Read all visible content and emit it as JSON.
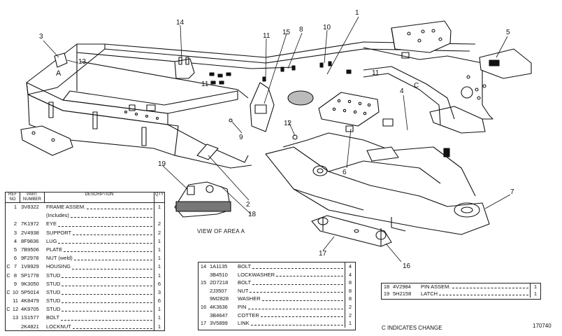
{
  "callouts": [
    {
      "label": "1"
    },
    {
      "label": "2"
    },
    {
      "label": "3"
    },
    {
      "label": "4"
    },
    {
      "label": "5"
    },
    {
      "label": "6"
    },
    {
      "label": "7"
    },
    {
      "label": "8"
    },
    {
      "label": "9"
    },
    {
      "label": "10"
    },
    {
      "label": "11"
    },
    {
      "label": "11"
    },
    {
      "label": "11"
    },
    {
      "label": "12"
    },
    {
      "label": "13"
    },
    {
      "label": "14"
    },
    {
      "label": "15"
    },
    {
      "label": "16"
    },
    {
      "label": "17"
    },
    {
      "label": "18"
    },
    {
      "label": "19"
    },
    {
      "label": "A"
    },
    {
      "label": "C"
    }
  ],
  "view_caption": "VIEW OF AREA A",
  "main_table": {
    "headers": {
      "ref": "REF NO",
      "part": "PART NUMBER",
      "desc": "DESCRIPTION",
      "qty": "QTY"
    },
    "rows": [
      {
        "mark": "",
        "ref": "1",
        "part": "3V8322",
        "desc": "FRAME ASSEM.",
        "qty": "1"
      },
      {
        "mark": "",
        "ref": "",
        "part": "",
        "desc": "(Includes)",
        "qty": ""
      },
      {
        "mark": "",
        "ref": "2",
        "part": "7K1972",
        "desc": "EYE",
        "qty": "2"
      },
      {
        "mark": "",
        "ref": "3",
        "part": "2V4938",
        "desc": "SUPPORT",
        "qty": "2"
      },
      {
        "mark": "",
        "ref": "4",
        "part": "8F9836",
        "desc": "LUG",
        "qty": "1"
      },
      {
        "mark": "",
        "ref": "5",
        "part": "7B9506",
        "desc": "PLATE",
        "qty": "1"
      },
      {
        "mark": "",
        "ref": "6",
        "part": "9F2978",
        "desc": "NUT (weld)",
        "qty": "1"
      },
      {
        "mark": "C",
        "ref": "7",
        "part": "1V8929",
        "desc": "HOUSING",
        "qty": "1"
      },
      {
        "mark": "C",
        "ref": "8",
        "part": "5P1778",
        "desc": "STUD",
        "qty": "1"
      },
      {
        "mark": "",
        "ref": "9",
        "part": "9K3050",
        "desc": "STUD",
        "qty": "6"
      },
      {
        "mark": "C",
        "ref": "10",
        "part": "5P5014",
        "desc": "STUD",
        "qty": "3"
      },
      {
        "mark": "",
        "ref": "11",
        "part": "4K8479",
        "desc": "STUD",
        "qty": "6"
      },
      {
        "mark": "C",
        "ref": "12",
        "part": "4K9705",
        "desc": "STUD",
        "qty": "1"
      },
      {
        "mark": "",
        "ref": "13",
        "part": "1S1577",
        "desc": "BOLT",
        "qty": "1"
      },
      {
        "mark": "",
        "ref": "",
        "part": "2K4821",
        "desc": "LOCKNUT",
        "qty": "1"
      }
    ]
  },
  "mid_table": {
    "rows": [
      {
        "ref": "14",
        "part": "1A1135",
        "desc": "BOLT",
        "qty": "4"
      },
      {
        "ref": "",
        "part": "3B4510",
        "desc": "LOCKWASHER",
        "qty": "4"
      },
      {
        "ref": "15",
        "part": "2D7218",
        "desc": "BOLT",
        "qty": "8"
      },
      {
        "ref": "",
        "part": "2J3507",
        "desc": "NUT",
        "qty": "8"
      },
      {
        "ref": "",
        "part": "9M2828",
        "desc": "WASHER",
        "qty": "8"
      },
      {
        "ref": "16",
        "part": "4K3636",
        "desc": "PIN",
        "qty": "2"
      },
      {
        "ref": "",
        "part": "3B4647",
        "desc": "COTTER",
        "qty": "2"
      },
      {
        "ref": "17",
        "part": "3V5899",
        "desc": "LINK",
        "qty": "1"
      }
    ]
  },
  "right_table": {
    "rows": [
      {
        "ref": "18",
        "part": "4V2984",
        "desc": "PIN ASSEM.",
        "qty": "1"
      },
      {
        "ref": "19",
        "part": "5H2158",
        "desc": "LATCH",
        "qty": "1"
      }
    ]
  },
  "footer_note": "C INDICATES CHANGE",
  "drawing_number": "170740"
}
